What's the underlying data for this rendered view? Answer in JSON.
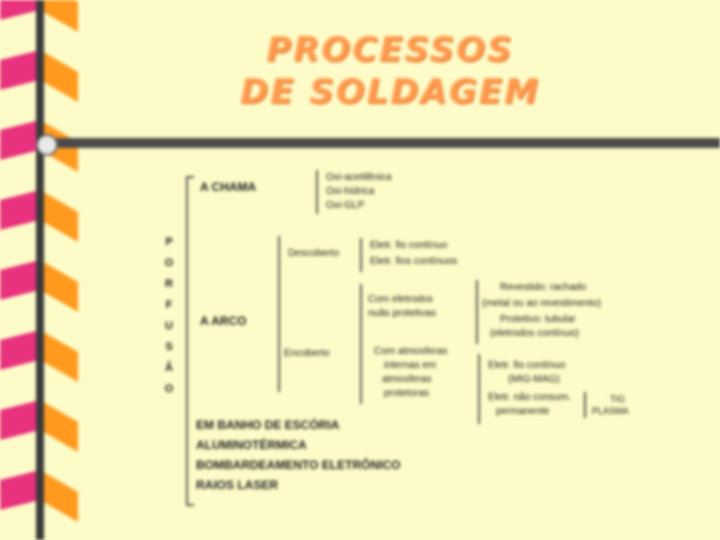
{
  "title": {
    "line1": "PROCESSOS",
    "line2": "DE SOLDAGEM"
  },
  "vertical_label": [
    "P",
    "O",
    "R",
    "F",
    "U",
    "S",
    "Ã",
    "O"
  ],
  "diagram": {
    "chama": {
      "label": "A CHAMA",
      "items": [
        "Oxi-acetilênica",
        "Oxi-hídrica",
        "Oxi-GLP"
      ]
    },
    "arco": {
      "label": "A ARCO",
      "branch_a": {
        "label": "Descoberto",
        "items": [
          "Eletr. fio contínuo",
          "Eletr. fios contínuos"
        ]
      },
      "branch_b": {
        "label": "Encoberto",
        "sub1": {
          "lines": [
            "Com eletrodos",
            "nuâs protetivas"
          ],
          "items": [
            "Revestido: rachado",
            "(metal ou ao revestimento)",
            "Protetivo: tubular",
            "(eletrodos contínuo)"
          ]
        },
        "sub2": {
          "lines": [
            "Com atmosferas",
            "internas em",
            "atmosferas",
            "protetoras"
          ],
          "items": [
            "Eletr. fio contínuo",
            "(MIG-MAG)"
          ],
          "item3": {
            "lines": [
              "Eletr. não consum.",
              "permanente"
            ],
            "extra": [
              "TIG",
              "PLASMA"
            ]
          }
        }
      }
    },
    "others": [
      "EM BANHO DE ESCÓRIA",
      "ALUMINOTÉRMICA",
      "BOMBARDEAMENTO ELETRÔNICO",
      "RAIOS LASER"
    ]
  },
  "colors": {
    "background": "#fdfcc8",
    "title": "#ff9a4d",
    "stripe_pink": "#e8327e",
    "stripe_orange": "#ff9a1f",
    "bar": "#4a4a4a"
  }
}
